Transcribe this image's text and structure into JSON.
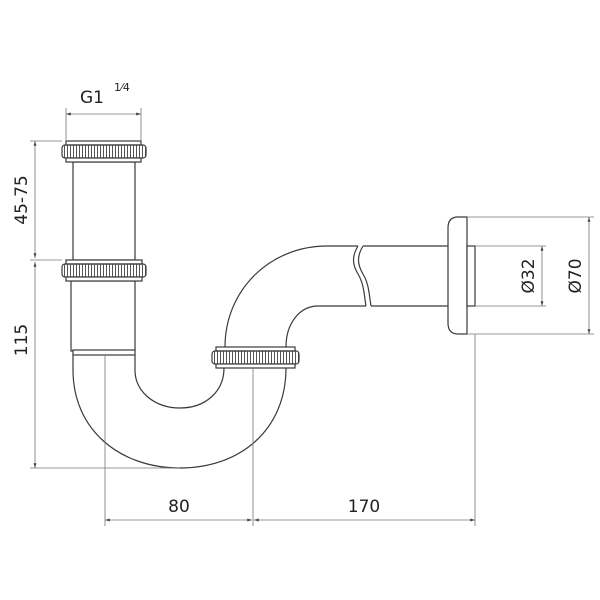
{
  "title": "Siphon technical drawing",
  "dimensions": {
    "thread": "G1",
    "thread_fraction": "1⁄4",
    "height_adjustable": "45-75",
    "height_lower": "115",
    "offset_horizontal": "80",
    "length_horizontal": "170",
    "pipe_diameter": "Ø32",
    "flange_diameter": "Ø70"
  },
  "colors": {
    "line": "#3a3a3a",
    "dimension": "#777777"
  }
}
